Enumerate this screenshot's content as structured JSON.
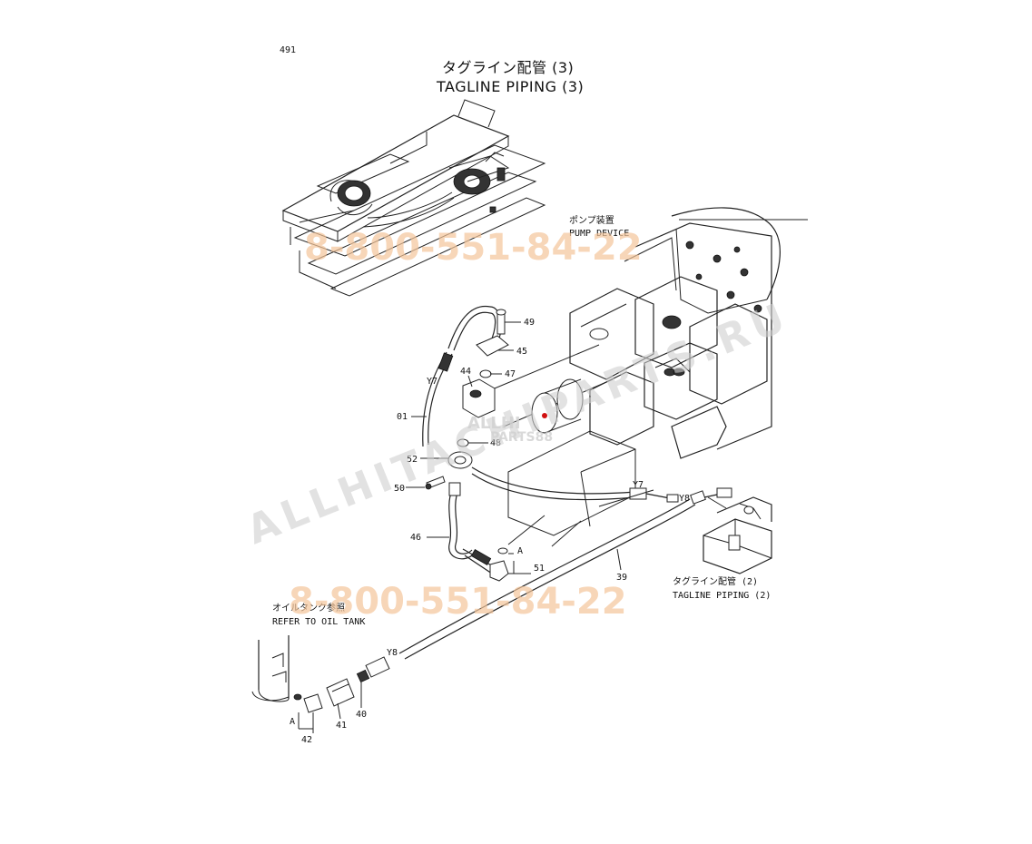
{
  "page": {
    "number": "491",
    "title_jp": "タグライン配管 (3)",
    "title_en": "TAGLINE PIPING (3)"
  },
  "labels": {
    "pump_jp": "ポンプ装置",
    "pump_en": "PUMP DEVICE",
    "tagline2_jp": "タグライン配管 (2)",
    "tagline2_en": "TAGLINE PIPING (2)",
    "oiltank_jp": "オイルタンク参照",
    "oiltank_en": "REFER TO OIL TANK"
  },
  "callouts": {
    "c49": "49",
    "c45": "45",
    "c47": "47",
    "c44": "44",
    "c48": "48",
    "c01": "01",
    "c52": "52",
    "c50": "50",
    "c46": "46",
    "c51": "51",
    "c39": "39",
    "c41": "41",
    "c40": "40",
    "c42": "42",
    "cA1": "A",
    "cA2": "A",
    "y7a": "Y7",
    "y7b": "Y7",
    "y8a": "Y8",
    "y8b": "Y8"
  },
  "watermarks": {
    "phone1": "8-800-551-84-22",
    "phone2": "8-800-551-84-22",
    "diag": "ALLHITACHIPARTS.RU",
    "center1": "ALLHI",
    "center2": "PARTS88"
  },
  "colors": {
    "line": "#222222",
    "watermark_orange": "#f4c49a",
    "watermark_gray": "#cfcfcf",
    "accent_red": "#d01010"
  }
}
